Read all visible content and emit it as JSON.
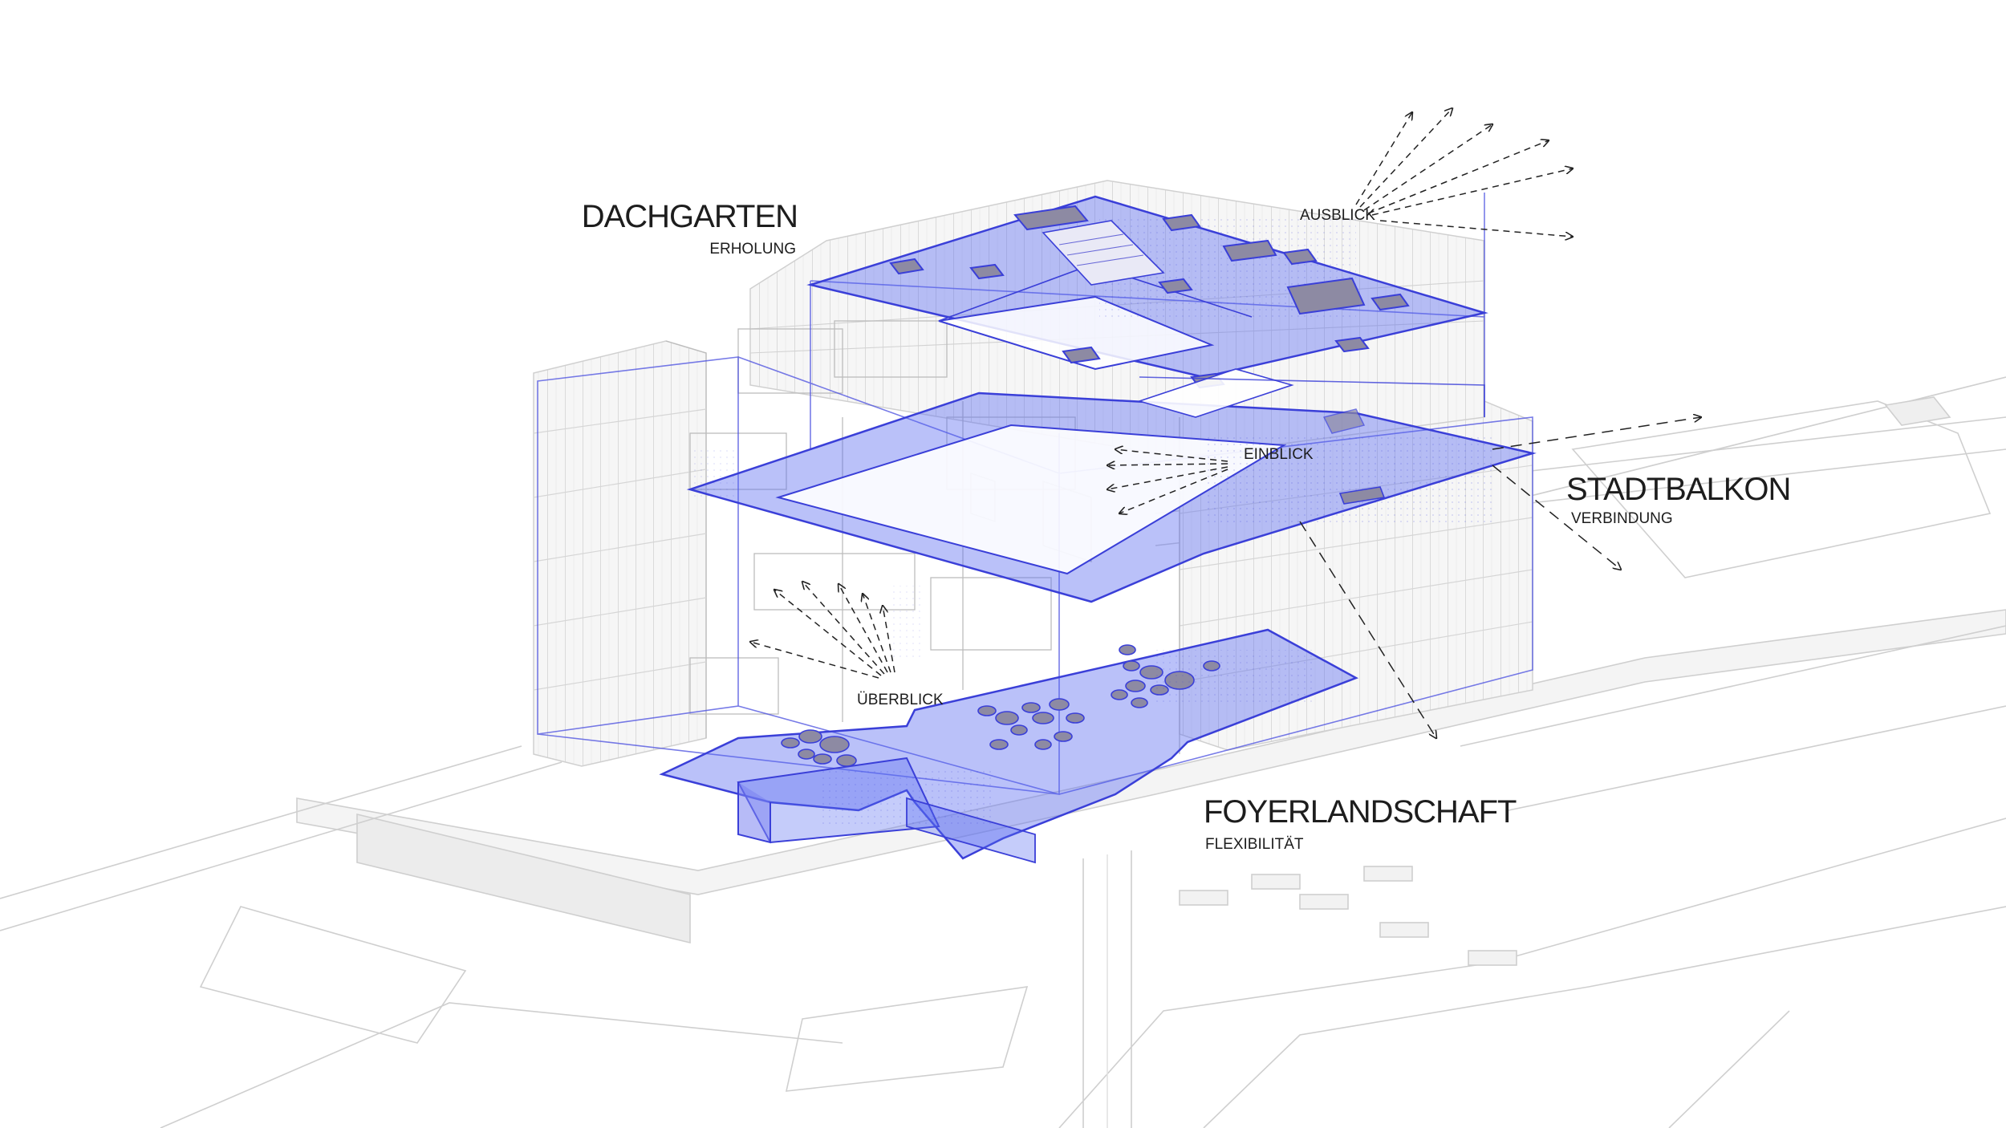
{
  "colors": {
    "accent_fill": "#5a6cf0",
    "accent_stroke": "#3a3fd8",
    "line_grey": "#c9c9c9",
    "facade_grey": "#d4d4d4",
    "text": "#1d1d1d"
  },
  "labels": {
    "dachgarten": {
      "title": "DACHGARTEN",
      "subtitle": "ERHOLUNG"
    },
    "stadtbalkon": {
      "title": "STADTBALKON",
      "subtitle": "VERBINDUNG"
    },
    "foyerlandschaft": {
      "title": "FOYERLANDSCHAFT",
      "subtitle": "FLEXIBILITÄT"
    },
    "ausblick": "AUSBLICK",
    "einblick": "EINBLICK",
    "ueberblick": "ÜBERBLICK"
  }
}
